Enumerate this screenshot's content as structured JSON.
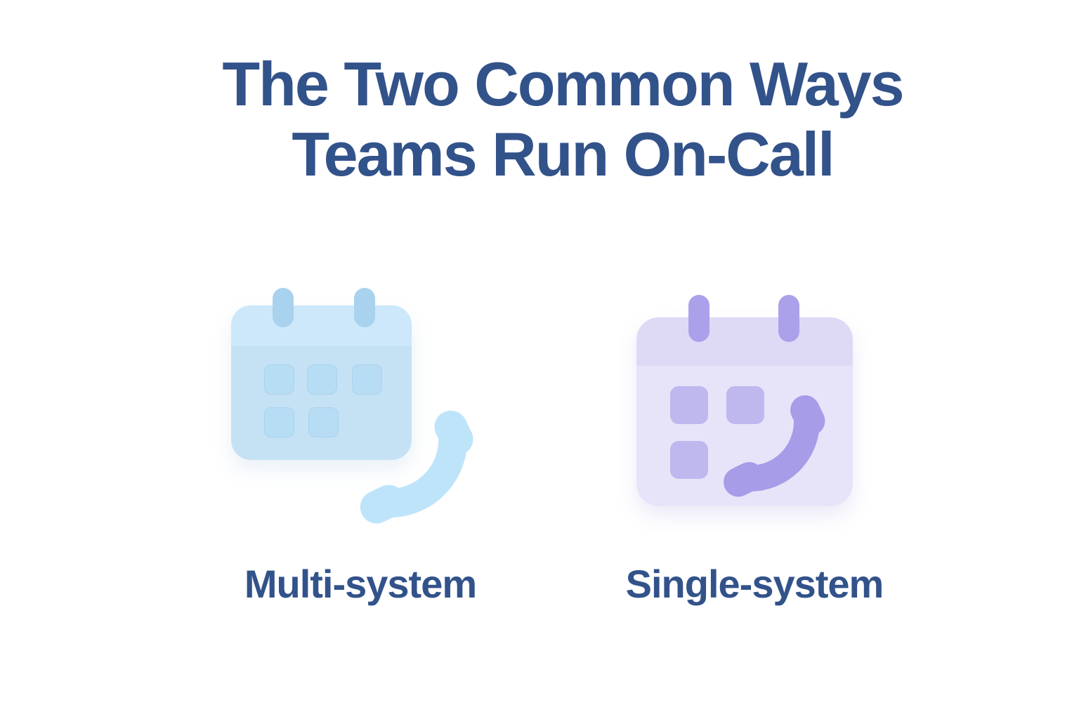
{
  "title": {
    "line1": "The Two Common Ways",
    "line2": "Teams Run On-Call"
  },
  "items": [
    {
      "id": "multi-system",
      "label": "Multi-system",
      "icon": "calendar-with-phone-icon",
      "colors": {
        "body": "#C5E2F5",
        "header": "#CCE8FA",
        "rings": "#A8D2EE",
        "squares": "#B7DDF5",
        "phone": "#BEE4FA"
      }
    },
    {
      "id": "single-system",
      "label": "Single-system",
      "icon": "calendar-with-phone-icon",
      "colors": {
        "body": "#E7E4F9",
        "header": "#DEDAF6",
        "rings": "#ABA1EA",
        "squares": "#BFB8EF",
        "phone": "#A79CE8"
      }
    }
  ],
  "colors": {
    "background": "#FFFFFF",
    "title_text": "#32528A"
  }
}
